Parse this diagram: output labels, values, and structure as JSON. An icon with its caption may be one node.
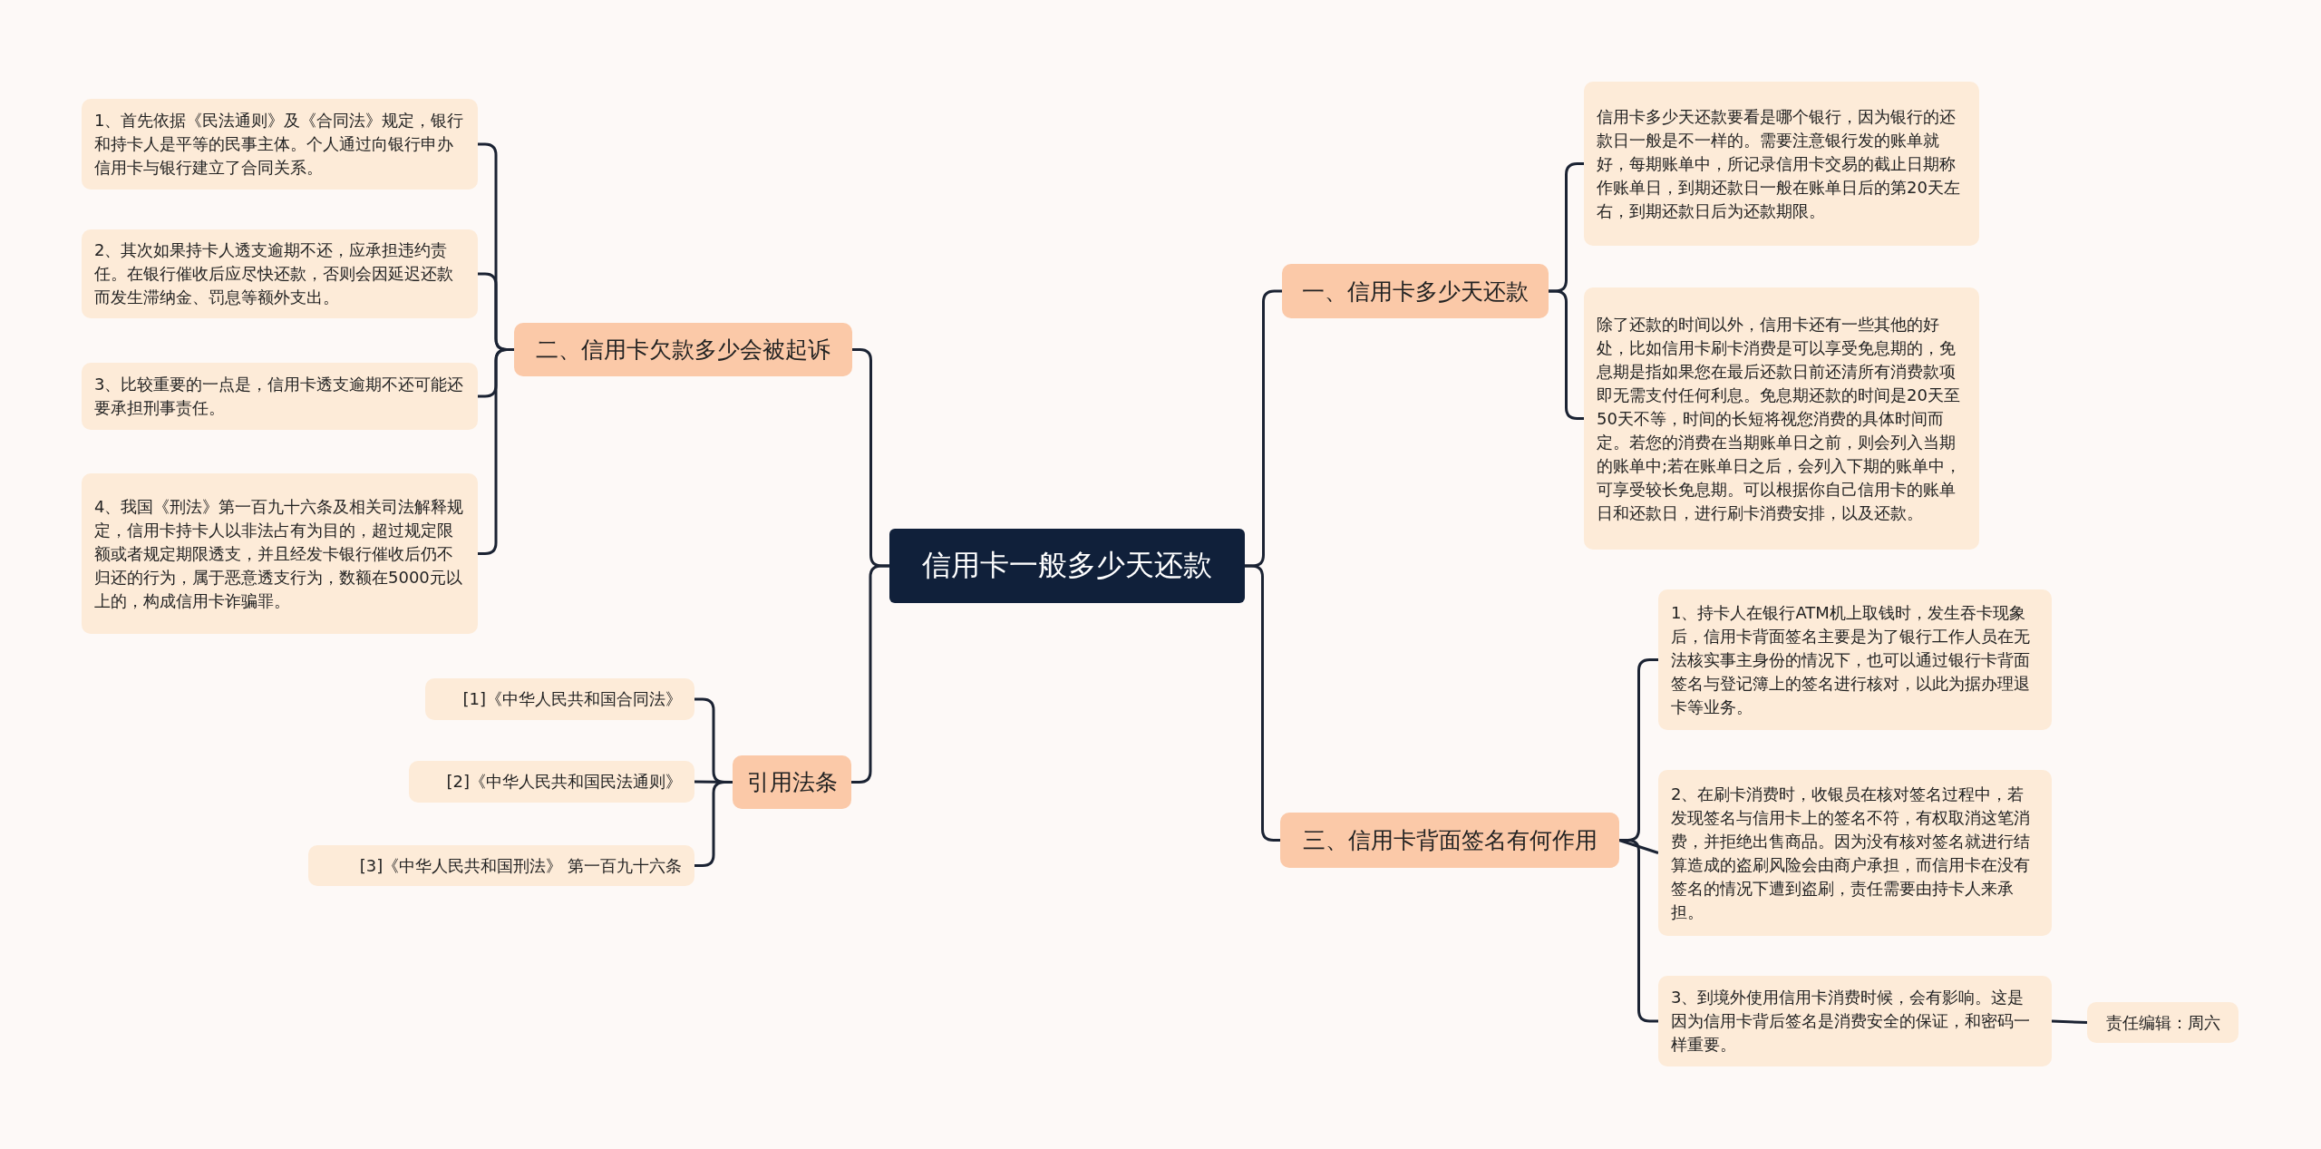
{
  "diagram": {
    "nodes": [
      {
        "text": [
          "信用卡一般多少天还款"
        ]
      },
      {
        "text": [
          "二、信用卡欠款多少会被起诉"
        ]
      },
      {
        "text": [
          "1、首先依据《民法通则》及《合同法》规定，银行和持卡人是平等的民事主体。个人通过向银行申办信用卡与银行建立了合同关系。"
        ]
      },
      {
        "text": [
          "2、其次如果持卡人透支逾期不还，应承担违约责任。在银行催收后应尽快还款，否则会因延迟还款而发生滞纳金、罚息等额外支出。"
        ]
      },
      {
        "text": [
          "3、比较重要的一点是，信用卡透支逾期不还可能还要承担刑事责任。"
        ]
      },
      {
        "text": [
          "4、我国《刑法》第一百九十六条及相关司法解释规定，信用卡持卡人以非法占有为目的，超过规定限额或者规定期限透支，并且经发卡银行催收后仍不归还的行为，属于恶意透支行为，数额在5000元以上的，构成信用卡诈骗罪。"
        ]
      },
      {
        "text": [
          "引用法条"
        ]
      },
      {
        "text": [
          "[1]《中华人民共和国合同法》"
        ]
      },
      {
        "text": [
          "[2]《中华人民共和国民法通则》"
        ]
      },
      {
        "text": [
          "[3]《中华人民共和国刑法》 第一百九十六条"
        ]
      },
      {
        "text": [
          "一、信用卡多少天还款"
        ]
      },
      {
        "text": [
          "信用卡多少天还款要看是哪个银行，因为银行的还款日一般是不一样的。需要注意银行发的账单就好，每期账单中，所记录信用卡交易的截止日期称作账单日，到期还款日一般在账单日后的第20天左右，到期还款日后为还款期限。"
        ]
      },
      {
        "text": [
          "除了还款的时间以外，信用卡还有一些其他的好处，比如信用卡刷卡消费是可以享受免息期的，免息期是指如果您在最后还款日前还清所有消费款项即无需支付任何利息。免息期还款的时间是20天至50天不等，时间的长短将视您消费的具体时间而定。若您的消费在当期账单日之前，则会列入当期的账单中;若在账单日之后，会列入下期的账单中，可享受较长免息期。可以根据你自己信用卡的账单日和还款日，进行刷卡消费安排，以及还款。"
        ]
      },
      {
        "text": [
          "三、信用卡背面签名有何作用"
        ]
      },
      {
        "text": [
          "1、持卡人在银行ATM机上取钱时，发生吞卡现象后，信用卡背面签名主要是为了银行工作人员在无法核实事主身份的情况下，也可以通过银行卡背面签名与登记簿上的签名进行核对，以此为据办理退卡等业务。"
        ]
      },
      {
        "text": [
          "2、在刷卡消费时，收银员在核对签名过程中，若发现签名与信用卡上的签名不符，有权取消这笔消费，并拒绝出售商品。因为没有核对签名就进行结算造成的盗刷风险会由商户承担，而信用卡在没有签名的情况下遭到盗刷，责任需要由持卡人来承担。"
        ]
      },
      {
        "text": [
          "3、到境外使用信用卡消费时候，会有影响。这是因为信用卡背后签名是消费安全的保证，和密码一样重要。"
        ]
      },
      {
        "text": [
          "责任编辑：周六"
        ]
      }
    ],
    "edges": [
      {
        "from": 0,
        "to": 1,
        "arrow": "none"
      },
      {
        "from": 1,
        "to": 2,
        "arrow": "none"
      },
      {
        "from": 1,
        "to": 3,
        "arrow": "none"
      },
      {
        "from": 1,
        "to": 4,
        "arrow": "none"
      },
      {
        "from": 1,
        "to": 5,
        "arrow": "none"
      },
      {
        "from": 0,
        "to": 6,
        "arrow": "none"
      },
      {
        "from": 6,
        "to": 7,
        "arrow": "none"
      },
      {
        "from": 6,
        "to": 8,
        "arrow": "none"
      },
      {
        "from": 6,
        "to": 9,
        "arrow": "none"
      },
      {
        "from": 0,
        "to": 10,
        "arrow": "none"
      },
      {
        "from": 10,
        "to": 11,
        "arrow": "none"
      },
      {
        "from": 10,
        "to": 12,
        "arrow": "none"
      },
      {
        "from": 0,
        "to": 13,
        "arrow": "none"
      },
      {
        "from": 13,
        "to": 14,
        "arrow": "none"
      },
      {
        "from": 13,
        "to": 15,
        "arrow": "none"
      },
      {
        "from": 13,
        "to": 16,
        "arrow": "none"
      },
      {
        "from": 16,
        "to": 17,
        "arrow": "none"
      }
    ]
  }
}
